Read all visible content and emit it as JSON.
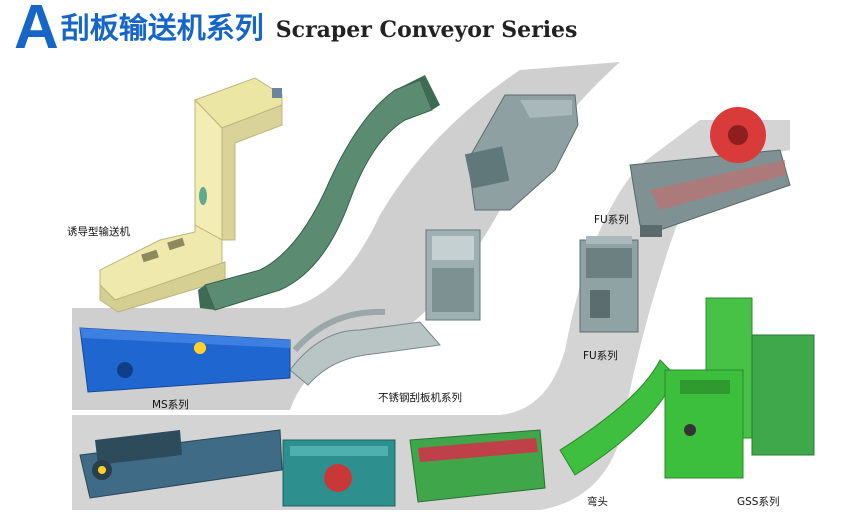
{
  "header": {
    "letter": "A",
    "title_cn": "刮板输送机系列",
    "title_en": "Scraper Conveyor Series"
  },
  "labels": {
    "induced": "诱导型输送机",
    "fu_top": "FU系列",
    "fu_mid": "FU系列",
    "ms": "MS系列",
    "stainless": "不锈钢刮板机系列",
    "bend": "弯头",
    "gss": "GSS系列"
  },
  "colors": {
    "brand_blue": "#1566c6",
    "track_gray": "#cfcfcf",
    "cream": "#f2edb4",
    "dark_green": "#4f7f66",
    "bright_green": "#3dbb3d",
    "ms_blue": "#1f66d0",
    "gray_steel": "#7c8f90"
  }
}
